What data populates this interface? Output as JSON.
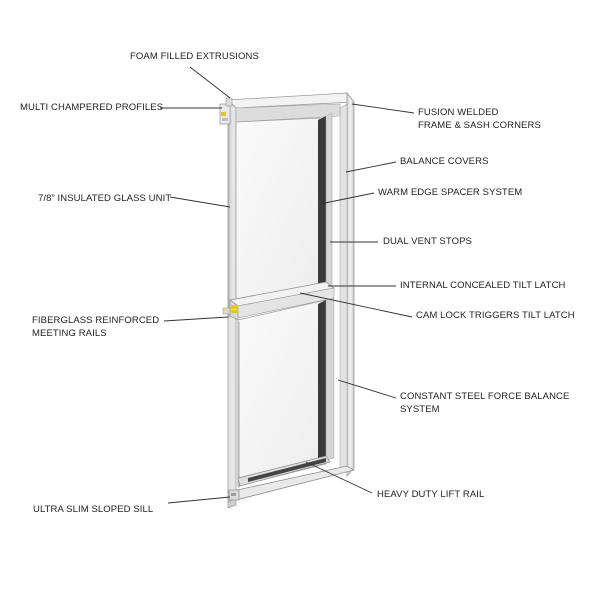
{
  "labels": {
    "foam_filled_extrusions": "FOAM FILLED EXTRUSIONS",
    "multi_champered_profiles": "MULTI CHAMPERED PROFILES",
    "fusion_welded_line1": "FUSION WELDED",
    "fusion_welded_line2": "FRAME & SASH CORNERS",
    "balance_covers": "BALANCE COVERS",
    "warm_edge_spacer_system": "WARM EDGE SPACER SYSTEM",
    "insulated_glass_unit": "7/8” INSULATED GLASS UNIT",
    "dual_vent_stops": "DUAL VENT STOPS",
    "internal_concealed_tilt_latch": "INTERNAL CONCEALED TILT LATCH",
    "fiberglass_line1": "FIBERGLASS REINFORCED",
    "fiberglass_line2": "MEETING RAILS",
    "cam_lock_triggers": "CAM LOCK TRIGGERS TILT LATCH",
    "constant_force_line1": "CONSTANT STEEL FORCE BALANCE",
    "constant_force_line2": "SYSTEM",
    "heavy_duty_lift_rail": "HEAVY DUTY LIFT RAIL",
    "ultra_slim_sloped_sill": "ULTRA SLIM SLOPED SILL"
  },
  "colors": {
    "frame": "#ececec",
    "frame_edge": "#9a9a9a",
    "glass": "#f4f4f4",
    "sash_dark": "#3a3a3a",
    "accent_yellow": "#e6c619",
    "leader": "#333333"
  }
}
